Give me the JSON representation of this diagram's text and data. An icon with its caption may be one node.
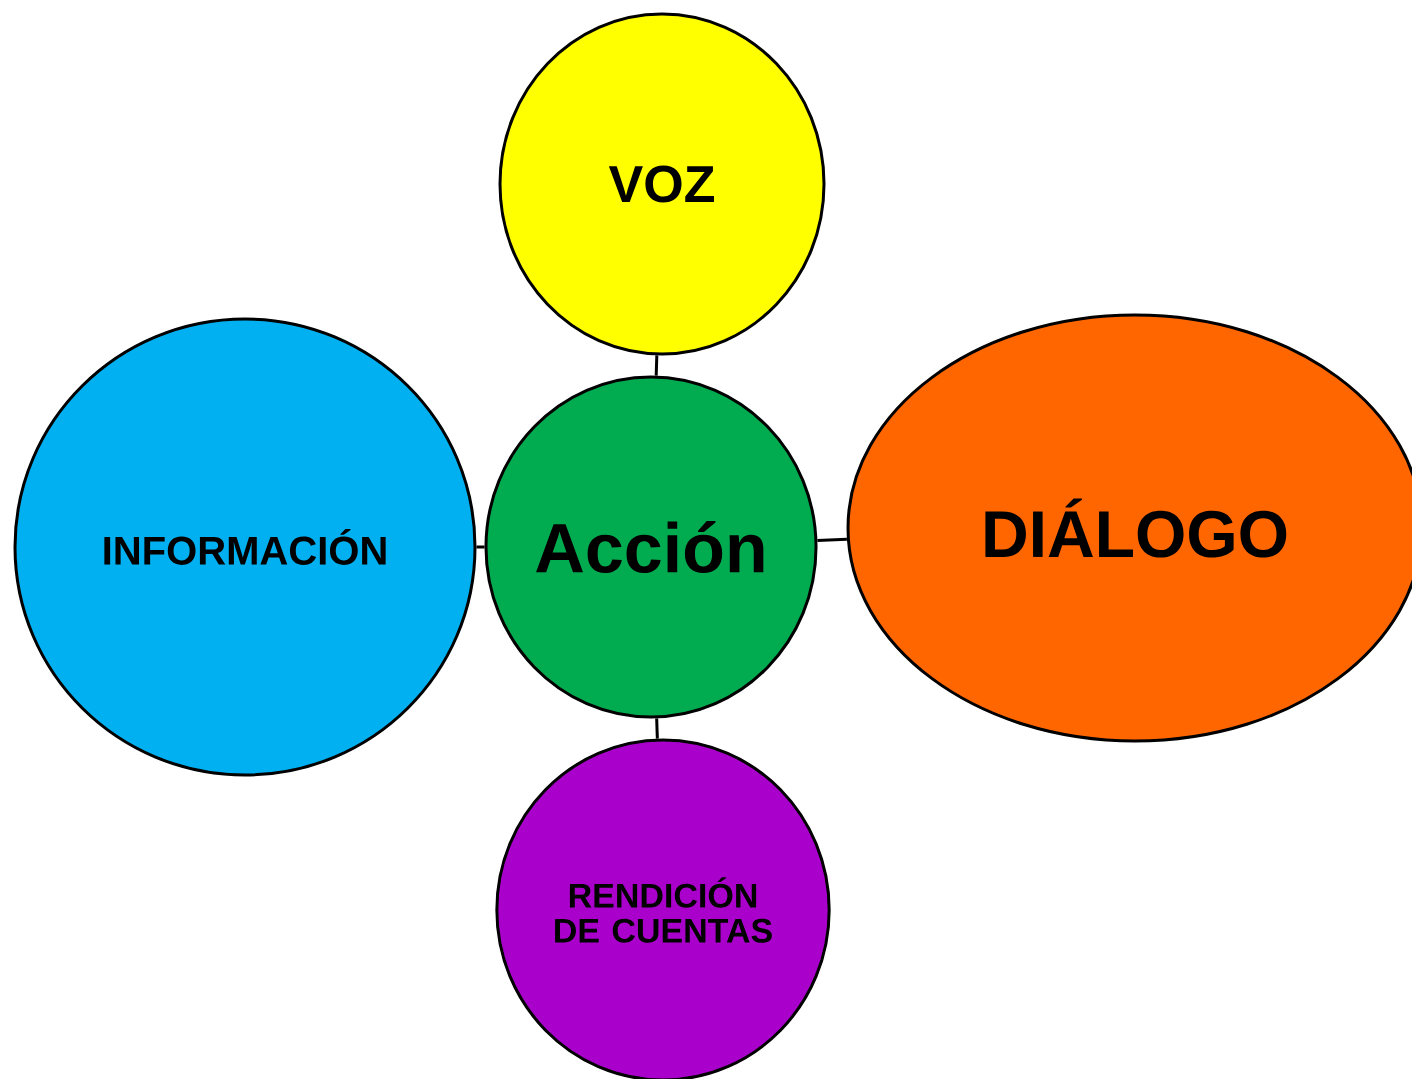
{
  "diagram": {
    "nodes": [
      {
        "text": [
          "VOZ"
        ]
      },
      {
        "text": [
          "INFORMACIÓN"
        ]
      },
      {
        "text": [
          "Acción"
        ]
      },
      {
        "text": [
          "DIÁLOGO"
        ]
      },
      {
        "text": [
          "RENDICIÓN DE CUENTAS"
        ]
      }
    ],
    "edges": [
      {
        "from": 2,
        "to": 0,
        "arrow": "none"
      },
      {
        "from": 2,
        "to": 1,
        "arrow": "none"
      },
      {
        "from": 2,
        "to": 3,
        "arrow": "none"
      },
      {
        "from": 2,
        "to": 4,
        "arrow": "none"
      }
    ]
  }
}
